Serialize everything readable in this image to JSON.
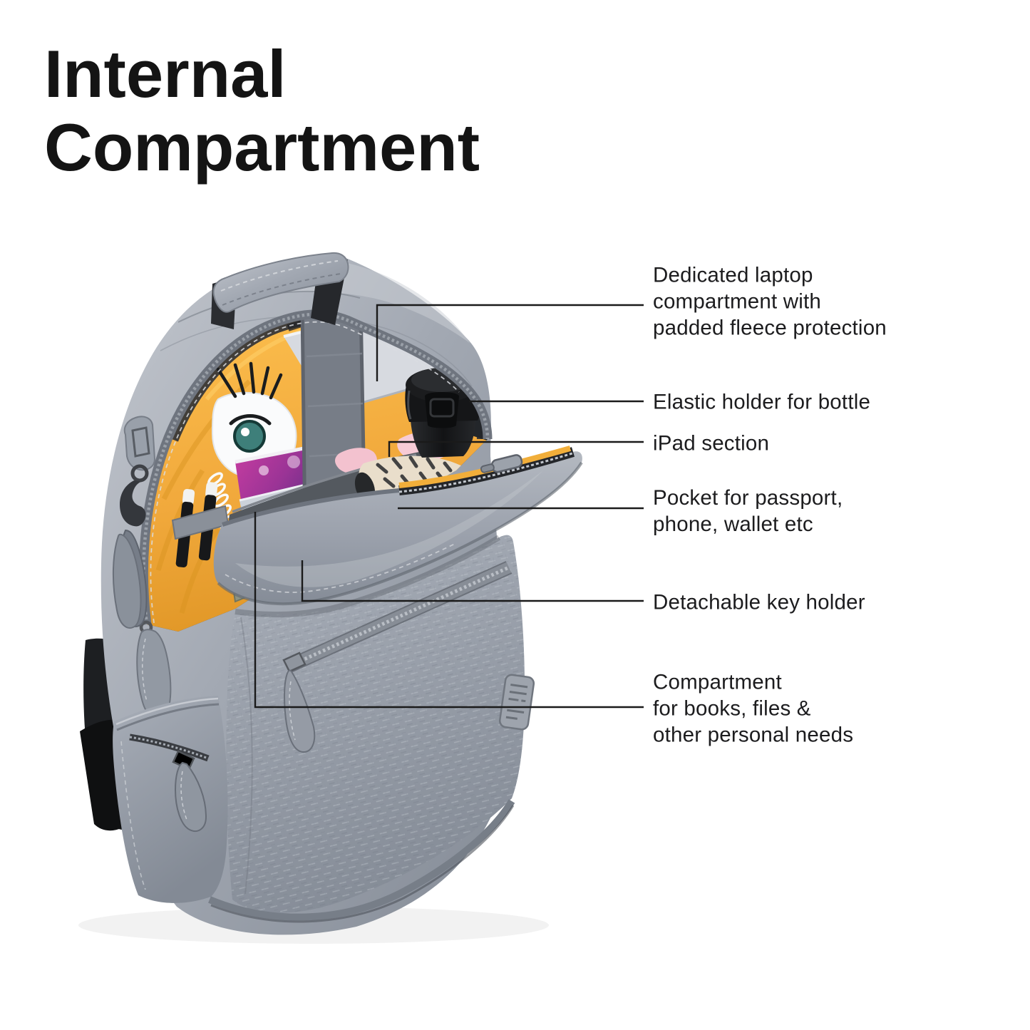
{
  "title": {
    "line1": "Internal",
    "line2": "Compartment"
  },
  "callouts": [
    {
      "name": "laptop-compartment",
      "lines": [
        "Dedicated laptop",
        "compartment with",
        "padded fleece protection"
      ]
    },
    {
      "name": "bottle-holder",
      "lines": [
        "Elastic holder for bottle"
      ]
    },
    {
      "name": "ipad-section",
      "lines": [
        "iPad section"
      ]
    },
    {
      "name": "passport-pocket",
      "lines": [
        "Pocket for passport,",
        "phone, wallet etc"
      ]
    },
    {
      "name": "key-holder",
      "lines": [
        "Detachable key holder"
      ]
    },
    {
      "name": "books-compartment",
      "lines": [
        "Compartment",
        "for books, files &",
        "other personal needs"
      ]
    }
  ],
  "figure": {
    "subject": "Open grey backpack showing internal compartments",
    "colors": {
      "background": "#ffffff",
      "bag_grey": "#9aa1ab",
      "lining_yellow": "#f1a93c",
      "leader_line": "#1a1a1a",
      "text": "#1c1c1e"
    },
    "icons": [
      "brand-patch"
    ]
  }
}
